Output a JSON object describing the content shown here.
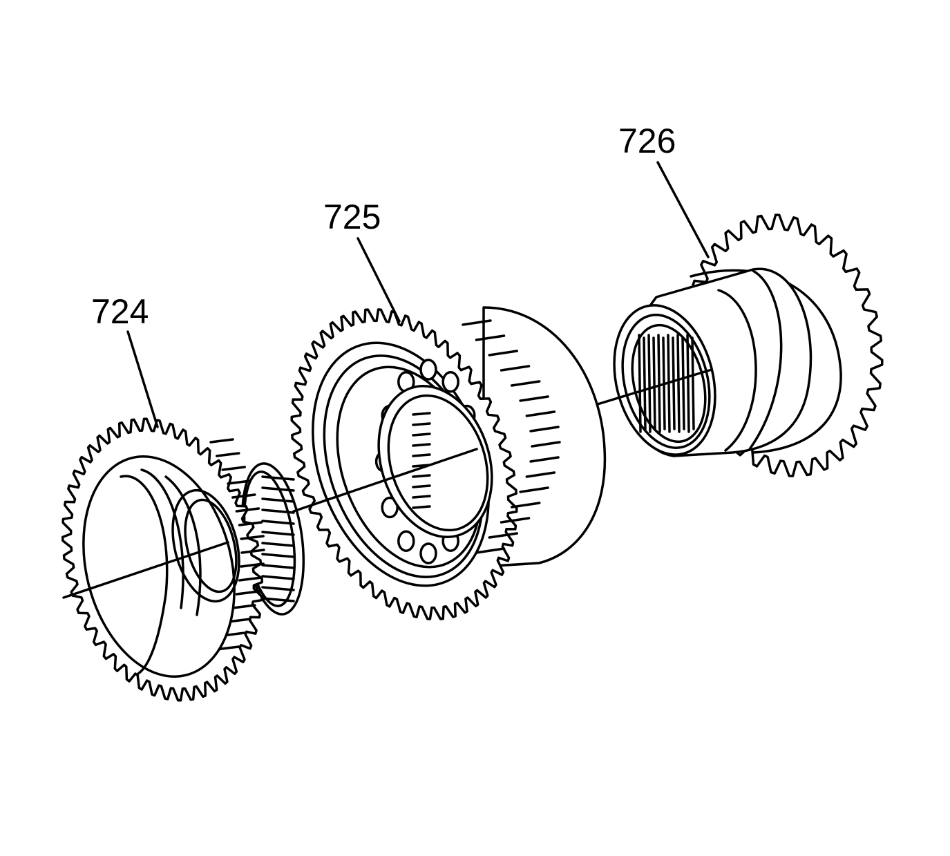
{
  "diagram": {
    "type": "exploded-parts-illustration",
    "callouts": [
      {
        "id": "part-724",
        "label": "724"
      },
      {
        "id": "part-725",
        "label": "725"
      },
      {
        "id": "part-726",
        "label": "726"
      }
    ],
    "colors": {
      "line": "#000000",
      "background": "#ffffff"
    }
  }
}
